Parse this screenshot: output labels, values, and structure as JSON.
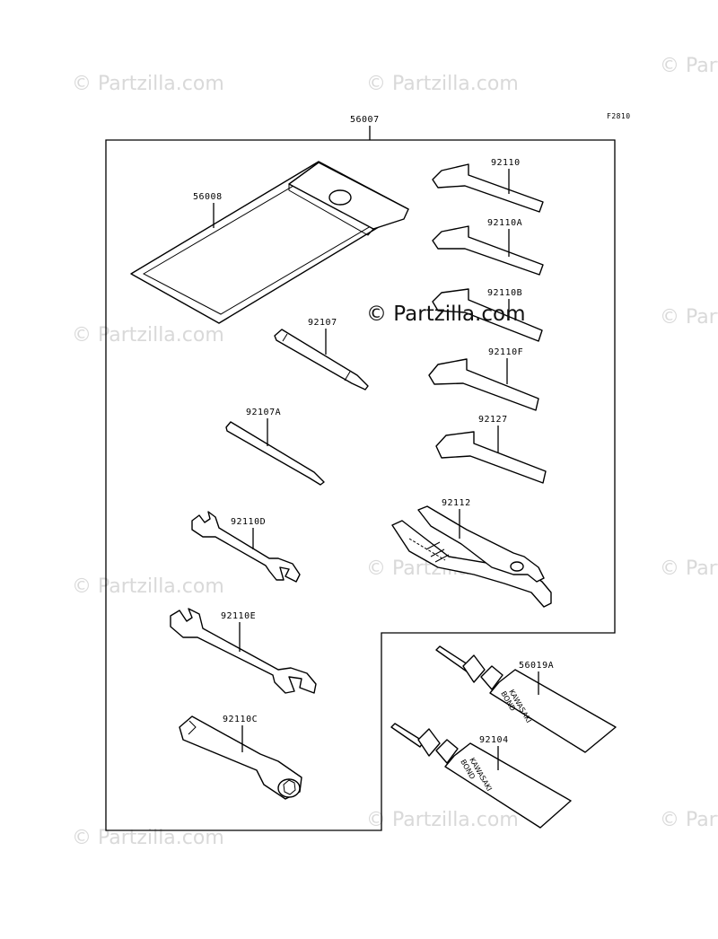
{
  "figure_code": "F2810",
  "watermark": {
    "text": "© Partzilla.com",
    "main_text": "© Partzilla.com"
  },
  "labels": {
    "kit": "56007",
    "bag": "56008",
    "hex_1": "92110",
    "hex_2": "92110A",
    "hex_3": "92110B",
    "hex_4": "92110F",
    "hex_5": "92127",
    "driver_1": "92107",
    "driver_2": "92107A",
    "wrench_1": "92110D",
    "wrench_2": "92110E",
    "box_wrench": "92110C",
    "pliers": "92112",
    "bond_1": "56019A",
    "bond_2": "92104"
  },
  "tube_print": {
    "brand": "KAWASAKI",
    "product": "BOND"
  }
}
